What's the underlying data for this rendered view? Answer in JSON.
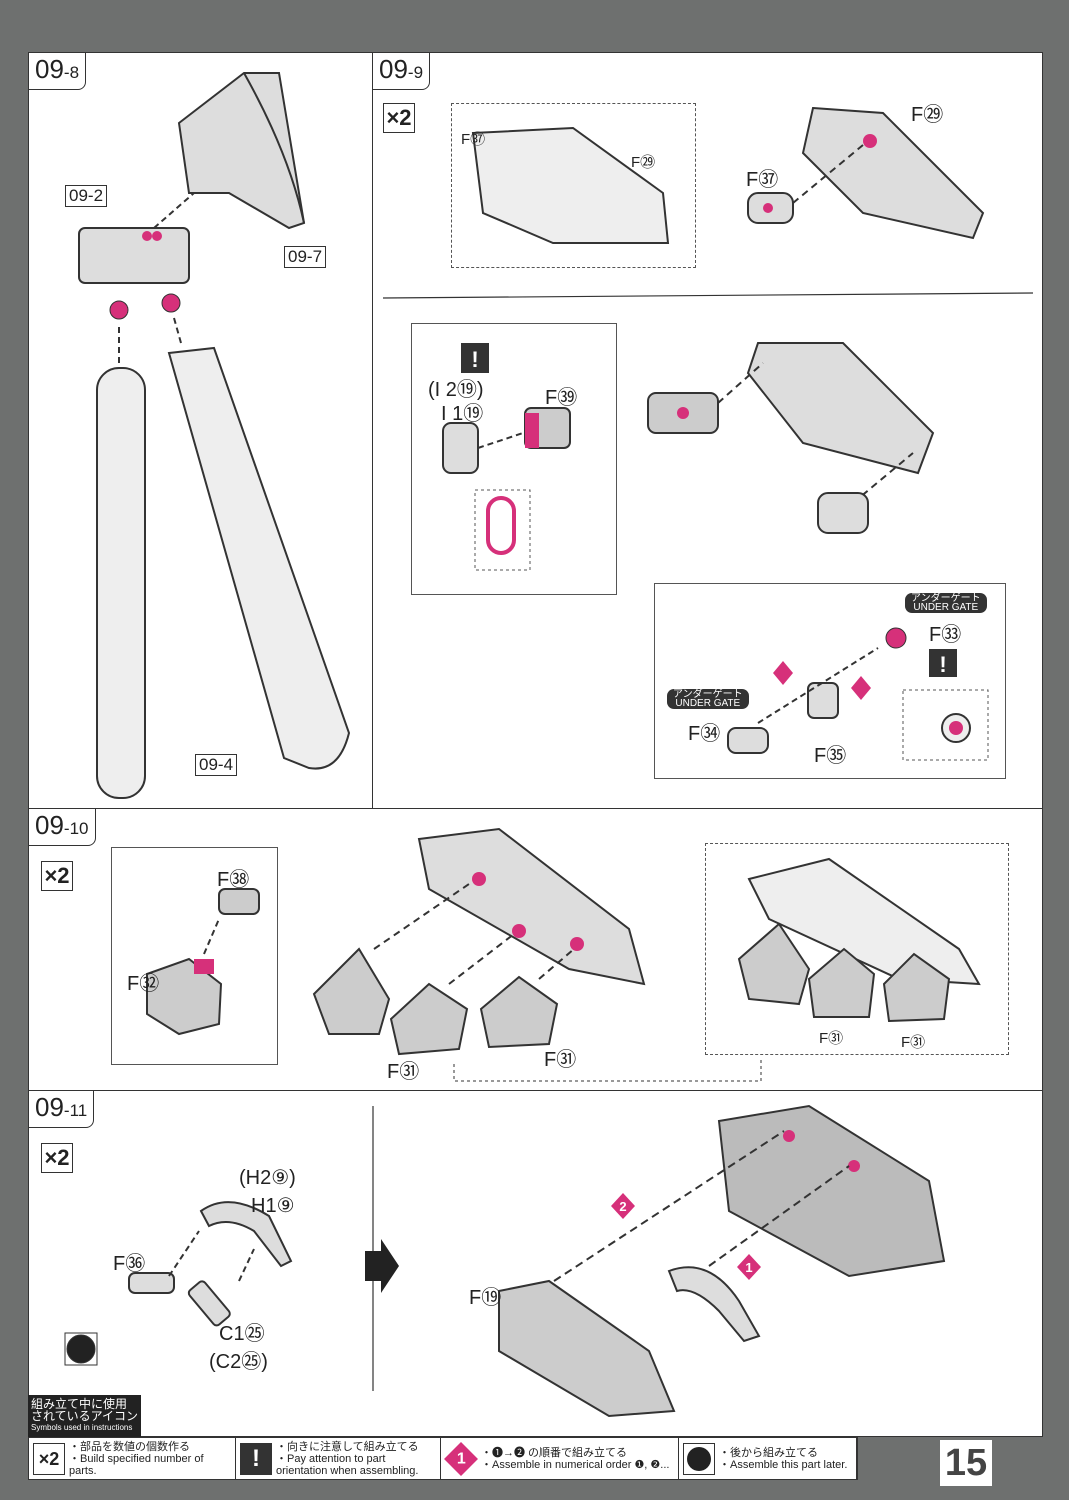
{
  "steps": {
    "s8": {
      "main": "09",
      "sub": "8",
      "refs": [
        "09-2",
        "09-7",
        "09-4"
      ]
    },
    "s9": {
      "main": "09",
      "sub": "9",
      "multiplier": "×2",
      "labels": {
        "f37a": "F㊲",
        "f29a": "F㉙",
        "f29b": "F㉙",
        "f37b": "F㊲",
        "f39": "F㊴",
        "i12": "(I 2⑲)",
        "i11": "I 1⑲",
        "f33": "F㉝",
        "f34": "F㉞",
        "f35": "F㉟"
      },
      "under_gate_jp": "アンダーゲート",
      "under_gate": "UNDER GATE"
    },
    "s10": {
      "main": "09",
      "sub": "10",
      "multiplier": "×2",
      "labels": {
        "f38": "F㊳",
        "f32": "F㉜",
        "f31a": "F㉛",
        "f31b": "F㉛",
        "f31c": "F㉛",
        "f31d": "F㉛"
      }
    },
    "s11": {
      "main": "09",
      "sub": "11",
      "multiplier": "×2",
      "labels": {
        "h2": "(H2⑨)",
        "h1": "H1⑨",
        "f36": "F㊱",
        "c1": "C1㉕",
        "c2": "(C2㉕)",
        "f19": "F⑲"
      },
      "order": [
        "1",
        "2"
      ]
    }
  },
  "legend": {
    "header_jp_1": "組み立て中に使用",
    "header_jp_2": "されているアイコン",
    "header_en": "Symbols used in instructions",
    "items": [
      {
        "icon": "×2",
        "jp": "・部品を数値の個数作る",
        "en": "・Build specified number of parts."
      },
      {
        "icon": "!",
        "jp": "・向きに注意して組み立てる",
        "en": "・Pay attention to part orientation when assembling."
      },
      {
        "icon": "1",
        "jp": "・❶→❷ の順番で組み立てる",
        "en": "・Assemble in numerical order ❶, ❷..."
      },
      {
        "icon": "later-icon",
        "jp": "・後から組み立てる",
        "en": "・Assemble this part later."
      }
    ]
  },
  "page_number": "15",
  "colors": {
    "accent": "#d6307a",
    "part": "#d9d9d9"
  }
}
